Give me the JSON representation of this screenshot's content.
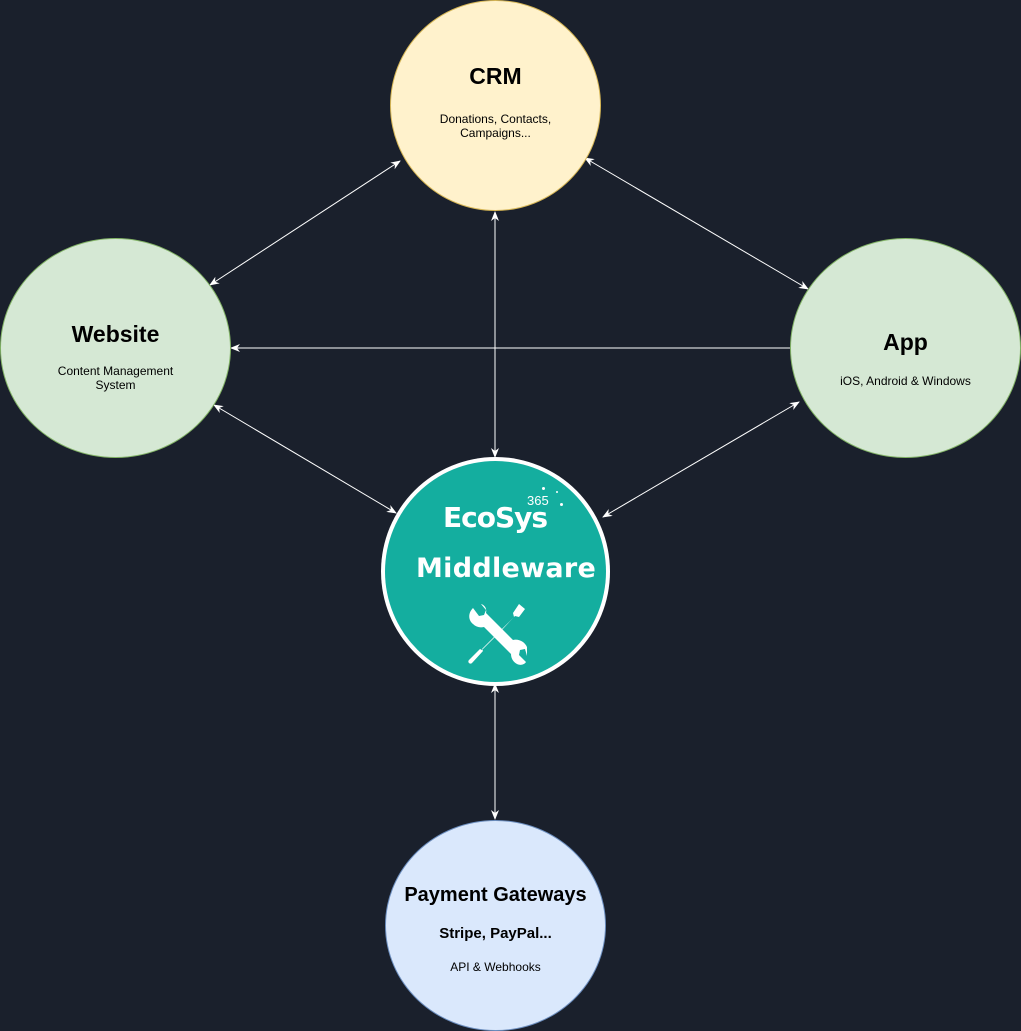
{
  "nodes": {
    "crm": {
      "title": "CRM",
      "subtitle": "Donations, Contacts, Campaigns..."
    },
    "website": {
      "title": "Website",
      "subtitle": "Content Management System"
    },
    "app": {
      "title": "App",
      "subtitle": "iOS, Android & Windows"
    },
    "middleware": {
      "brand": "EcoSys",
      "badge": "365",
      "label": "Middleware",
      "icon": "tools-icon"
    },
    "payment": {
      "title": "Payment Gateways",
      "providers": "Stripe, PayPal...",
      "subtitle": "API & Webhooks"
    }
  },
  "connections": [
    {
      "from": "crm",
      "to": "website",
      "direction": "both"
    },
    {
      "from": "crm",
      "to": "app",
      "direction": "both"
    },
    {
      "from": "crm",
      "to": "middleware",
      "direction": "both"
    },
    {
      "from": "app",
      "to": "website",
      "direction": "to"
    },
    {
      "from": "website",
      "to": "middleware",
      "direction": "both"
    },
    {
      "from": "app",
      "to": "middleware",
      "direction": "both"
    },
    {
      "from": "middleware",
      "to": "payment",
      "direction": "both"
    }
  ],
  "colors": {
    "background": "#1a202c",
    "crm_fill": "#fff2cc",
    "green_fill": "#d5e8d4",
    "payment_fill": "#dae8fc",
    "middleware_fill": "#14ae9f",
    "arrow": "#ffffff"
  }
}
